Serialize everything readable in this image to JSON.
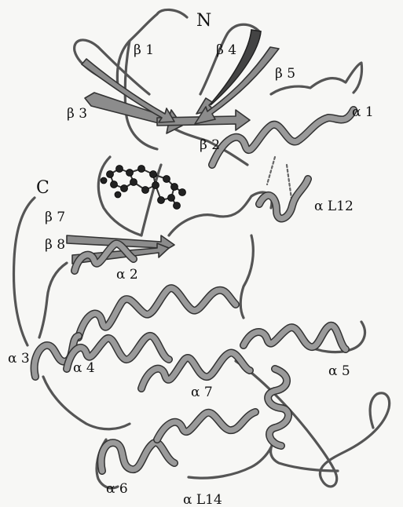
{
  "labels": {
    "n_term": "N",
    "c_term": "C",
    "beta1": "β 1",
    "beta2": "β 2",
    "beta3": "β 3",
    "beta4": "β 4",
    "beta5": "β 5",
    "beta7": "β 7",
    "beta8": "β 8",
    "alpha1": "α 1",
    "alpha2": "α 2",
    "alpha3": "α 3",
    "alpha4": "α 4",
    "alpha5": "α 5",
    "alpha6": "α 6",
    "alpha7": "α 7",
    "alphaL12": "α L12",
    "alphaL14": "α L14"
  },
  "colors": {
    "ribbon_fill": "#8c8c8c",
    "ribbon_edge": "#333333",
    "ligand": "#222222",
    "background": "#f7f7f5"
  }
}
